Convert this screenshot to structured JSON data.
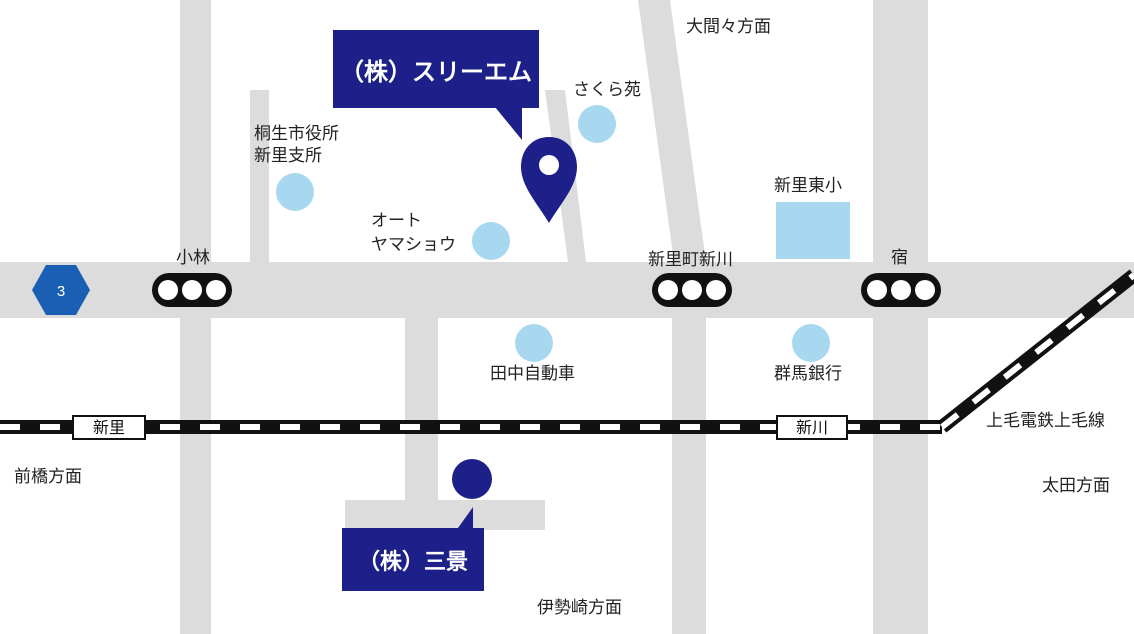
{
  "map": {
    "companies": {
      "three_m": "（株）スリーエム",
      "sankei": "（株）三景"
    },
    "route_badge": "3",
    "directions": {
      "ohmama": "大間々方面",
      "maebashi": "前橋方面",
      "ota": "太田方面",
      "isesaki": "伊勢崎方面"
    },
    "landmarks": {
      "city_office_line1": "桐生市役所",
      "city_office_line2": "新里支所",
      "sakura_en": "さくら苑",
      "auto_yamashou_line1": "オート",
      "auto_yamashou_line2": "ヤマショウ",
      "niisato_higashi_school": "新里東小",
      "tanaka_motors": "田中自動車",
      "gunma_bank": "群馬銀行"
    },
    "signals": {
      "kobayashi": "小林",
      "niisato_shinkawa": "新里町新川",
      "shuku": "宿"
    },
    "stations": {
      "niisato": "新里",
      "shinkawa": "新川"
    },
    "railway": "上毛電鉄上毛線",
    "colors": {
      "accent": "#1d2088",
      "road": "#dcdcdc",
      "facility": "#a8d8f0",
      "route_badge": "#1a5fb4"
    }
  }
}
